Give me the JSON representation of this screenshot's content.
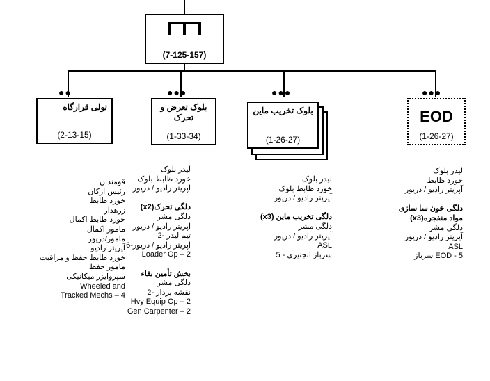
{
  "hq": {
    "code": "(7-125-157)",
    "symbol": "company-bracket-icon"
  },
  "units": [
    {
      "id": "eod",
      "dots": "●●●",
      "title": "EOD",
      "code": "(1-26-27)"
    },
    {
      "id": "mine",
      "dots": "●●●",
      "title": "بلوک تخریب ماین",
      "code": "(1-26-27)"
    },
    {
      "id": "assault",
      "dots": "●●●",
      "title": "بلوک تعرض و تحرک",
      "code": "(1-33-34)"
    },
    {
      "id": "hq-platoon",
      "dots": "●●",
      "title": "تولی قرارگاه",
      "code": "(2-13-15)"
    }
  ],
  "staff": {
    "eod": [
      "لیدر بلوک",
      "خورد ظابط",
      "آپریتر رادیو / دریور",
      "",
      "دلگی خون سا سازی",
      "مواد منفجره(x3)",
      "دلگی مشر",
      "آپریتر رادیو / دریور",
      "ASL",
      "5 - EOD سرباز"
    ],
    "mine": [
      "لیدر بلوک",
      "خورد ظابط بلوک",
      "آپریتر رادیو / دریور",
      "",
      "دلگی تخریب ماین (x3)",
      "دلگی مشر",
      "آپریتر رادیو / دریور",
      "ASL",
      "سرباز انجنیری - 5"
    ],
    "assault": [
      "لیدر بلوک",
      "خورد ظابط بلوک",
      "آپریتر رادیو / دریور",
      "",
      "دلگی تحرک(x2)",
      "دلگی مشر",
      "آپریتر رادیو / دریور",
      "تیم لیدر -2",
      "آپریتر رادیو / دریور-6",
      "Loader Op – 2",
      "",
      "بخش تأمین بقاء",
      "دلگی مشر",
      "نقشه بردار -2",
      "Hvy Equip Op – 2",
      "Gen Carpenter – 2"
    ],
    "hq-platoon": [
      "قومندان",
      "رئیس ارکان",
      "خورد ظابط",
      "زرهدار",
      "خورد ظابط اکمال",
      "مامور اکمال",
      "مامور/دریور",
      "آپریتر رادیو",
      "خورد ظابط حفظ و مراقبت",
      "مامور حفظ",
      "سپروایزر میکانیکی",
      "Wheeled and",
      "Tracked Mechs – 4"
    ]
  }
}
